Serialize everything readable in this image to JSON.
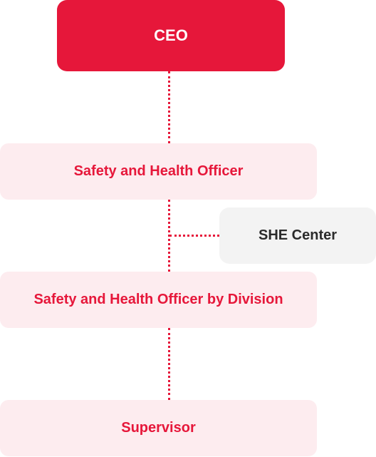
{
  "org_chart": {
    "ceo": "CEO",
    "safety_health_officer": "Safety and Health Officer",
    "she_center": "SHE Center",
    "officer_by_division": "Safety and Health Officer by Division",
    "supervisor": "Supervisor"
  },
  "colors": {
    "accent": "#e6173a",
    "light_box": "#fdecef",
    "side_box": "#f3f3f3"
  }
}
